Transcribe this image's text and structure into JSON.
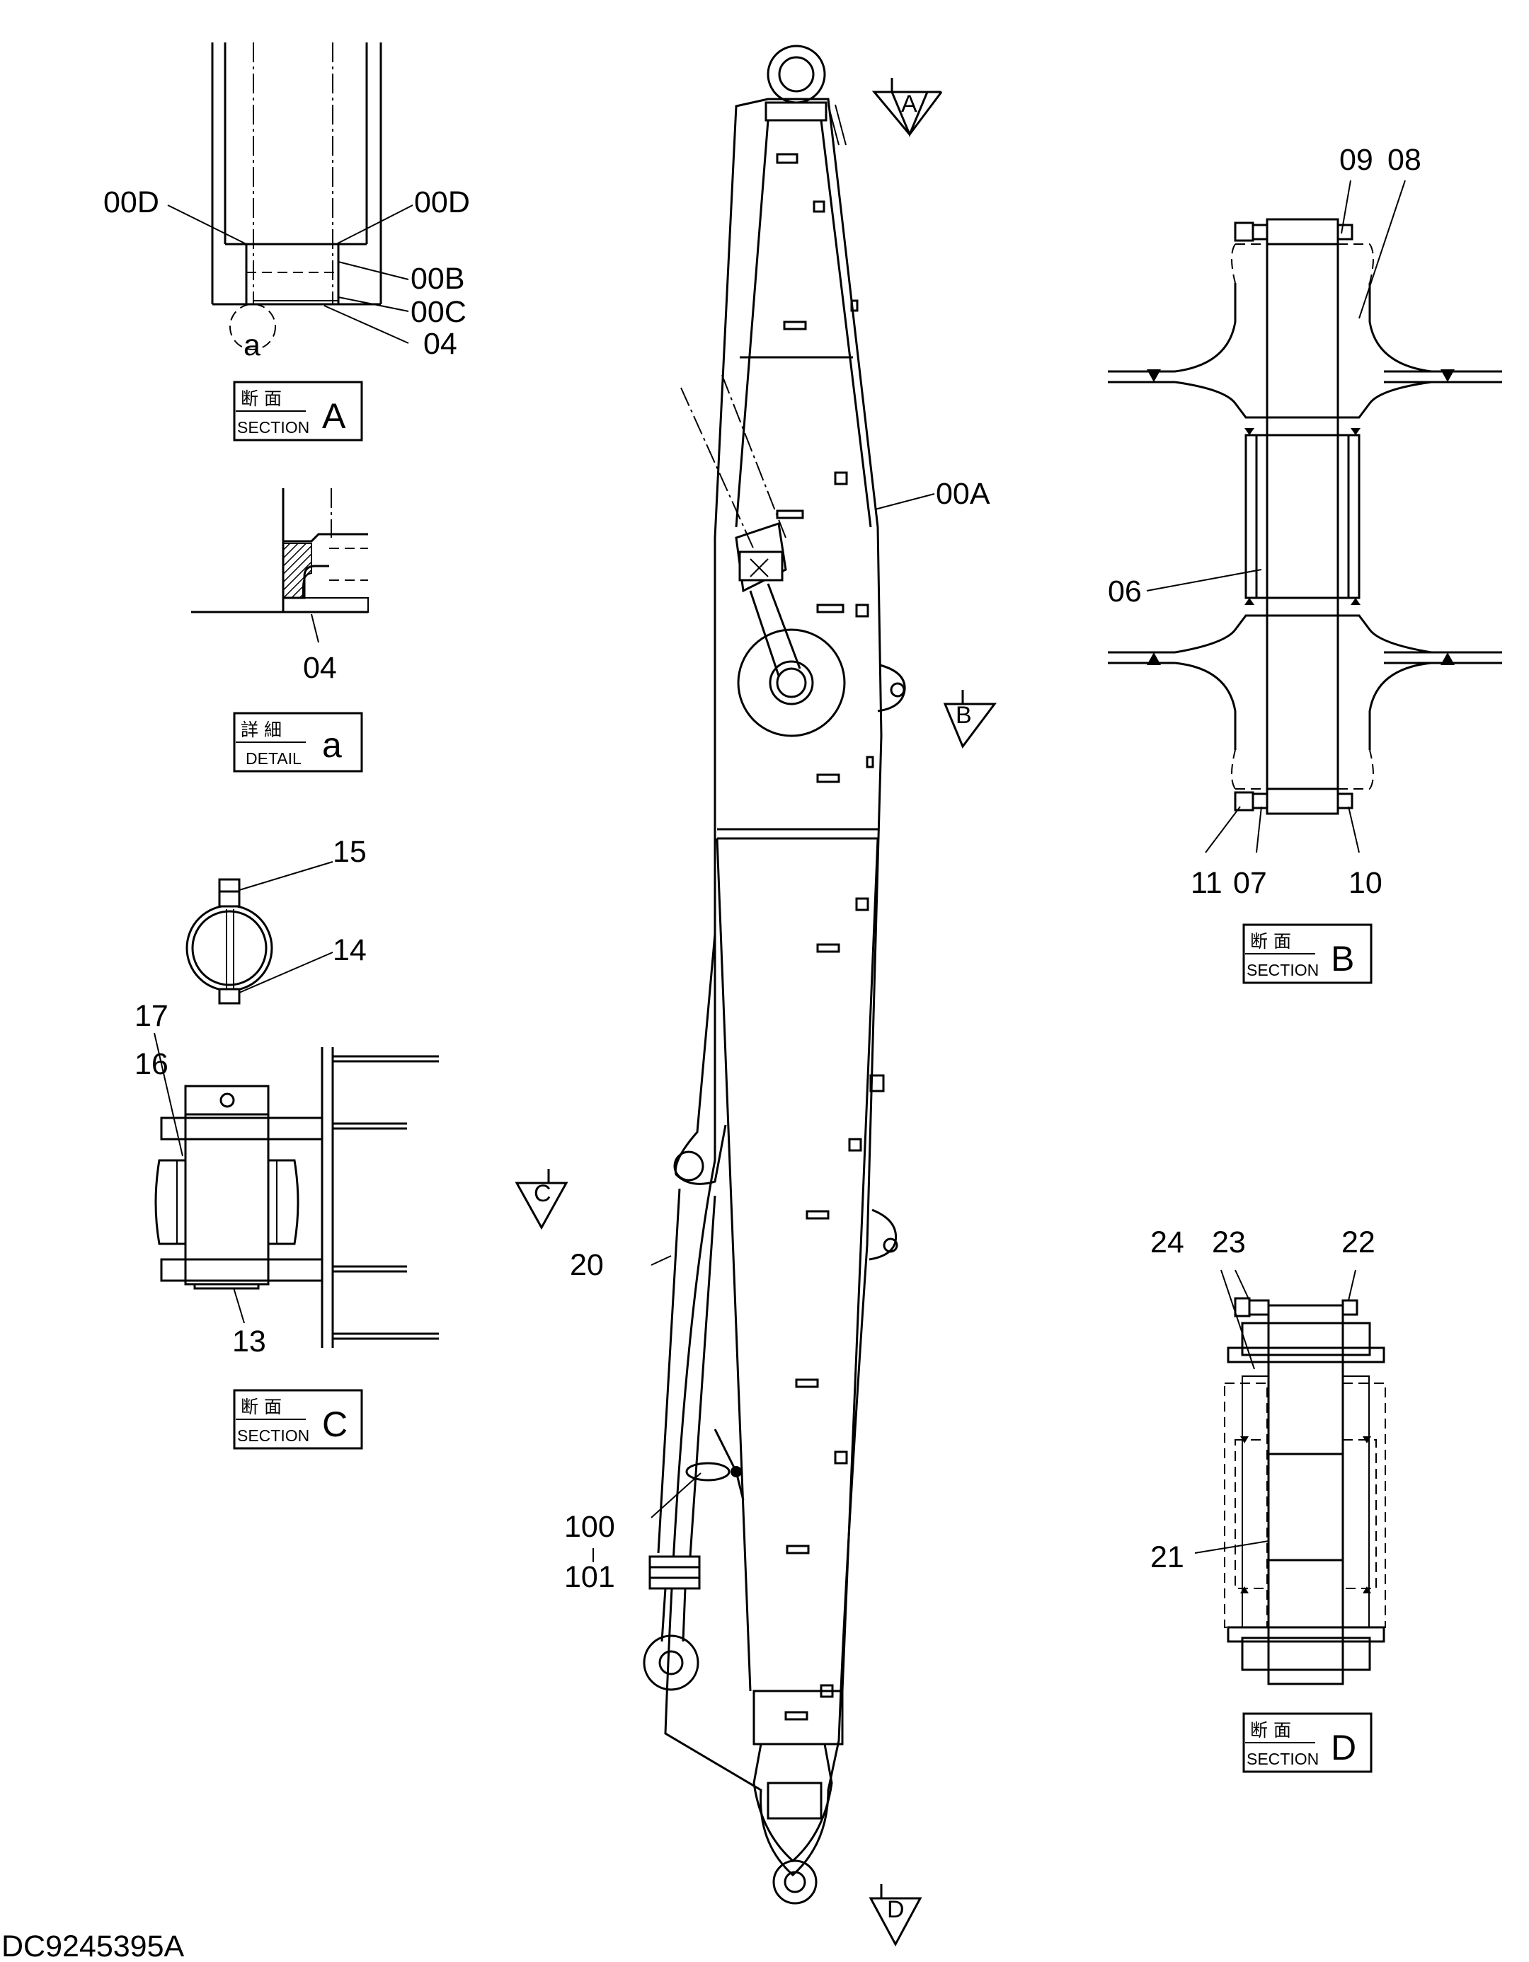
{
  "document_id": "DC9245395A",
  "section_tags": {
    "section_jp": "断 面",
    "section_en": "SECTION",
    "detail_jp": "詳 細",
    "detail_en": "DETAIL",
    "A": "A",
    "a": "a",
    "B": "B",
    "C": "C",
    "D": "D"
  },
  "view_arrows": {
    "A": "A",
    "B": "B",
    "C": "C",
    "D": "D"
  },
  "detail_circle_label": "a",
  "part_labels": {
    "p00D_left": "00D",
    "p00D_right": "00D",
    "p00B": "00B",
    "p00C": "00C",
    "p04_secA": "04",
    "p04_detail": "04",
    "p00A": "00A",
    "p06": "06",
    "p07": "07",
    "p08": "08",
    "p09": "09",
    "p10": "10",
    "p11": "11",
    "p13": "13",
    "p14": "14",
    "p15": "15",
    "p16": "16",
    "p17": "17",
    "p20": "20",
    "p21": "21",
    "p22": "22",
    "p23": "23",
    "p24": "24",
    "p100": "100",
    "p101": "101"
  }
}
